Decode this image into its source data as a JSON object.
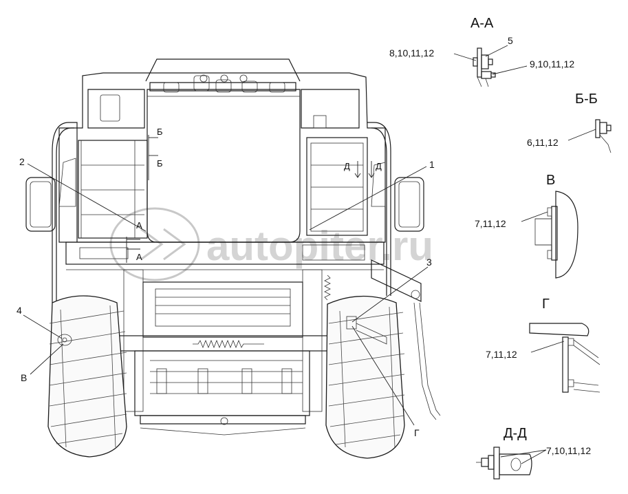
{
  "section_labels": {
    "aa": "А-А",
    "bb": "Б-Б",
    "v": "В",
    "g": "Г",
    "dd": "Д-Д"
  },
  "main_callouts": {
    "c1": "1",
    "c2": "2",
    "c3": "3",
    "c4": "4",
    "v": "В",
    "g": "Г"
  },
  "cut_markers": {
    "b_top": "Б",
    "b_bottom": "Б",
    "d_left": "Д",
    "d_right": "Д",
    "a_top": "А",
    "a_bottom": "А"
  },
  "detail_callouts": {
    "aa_5": "5",
    "aa_left": "8,10,11,12",
    "aa_right": "9,10,11,12",
    "bb": "6,11,12",
    "v": "7,11,12",
    "g": "7,11,12",
    "dd": "7,10,11,12"
  },
  "watermark": {
    "text": "autopiter.ru"
  }
}
